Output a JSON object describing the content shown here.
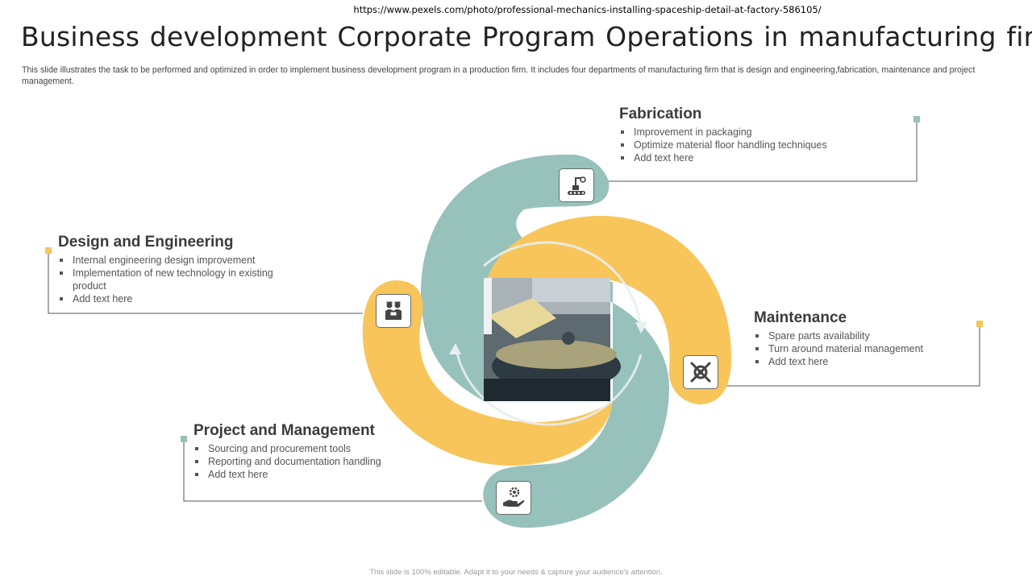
{
  "source_url": "https://www.pexels.com/photo/professional-mechanics-installing-spaceship-detail-at-factory-586105/",
  "title": "Business development Corporate Program Operations in manufacturing firm",
  "subtitle": "This slide illustrates the task to be performed and optimized in order to implement business development program in a production firm. It includes four departments of manufacturing firm that is design and engineering,fabrication, maintenance and project management.",
  "footer": "This slide is 100% editable. Adapt it to your needs & capture your audience's attention.",
  "colors": {
    "teal": "#97c2bb",
    "yellow": "#f8c55a",
    "line": "#555555"
  },
  "sections": {
    "fabrication": {
      "heading": "Fabrication",
      "icon": "robotic-arm-conveyor-icon",
      "bullets": [
        "Improvement  in packaging",
        "Optimize material floor handling techniques",
        "Add text here"
      ]
    },
    "design": {
      "heading": "Design and Engineering",
      "icon": "engineers-icon",
      "bullets": [
        "Internal engineering  design improvement",
        "Implementation  of new technology in existing product",
        "Add text here"
      ]
    },
    "maintenance": {
      "heading": "Maintenance",
      "icon": "crossed-tools-gear-icon",
      "bullets": [
        "Spare parts availability",
        "Turn around material management",
        "Add text here"
      ]
    },
    "project": {
      "heading": "Project and Management",
      "icon": "hand-gear-icon",
      "bullets": [
        "Sourcing and procurement tools",
        "Reporting and documentation handling",
        "Add text here"
      ]
    }
  }
}
